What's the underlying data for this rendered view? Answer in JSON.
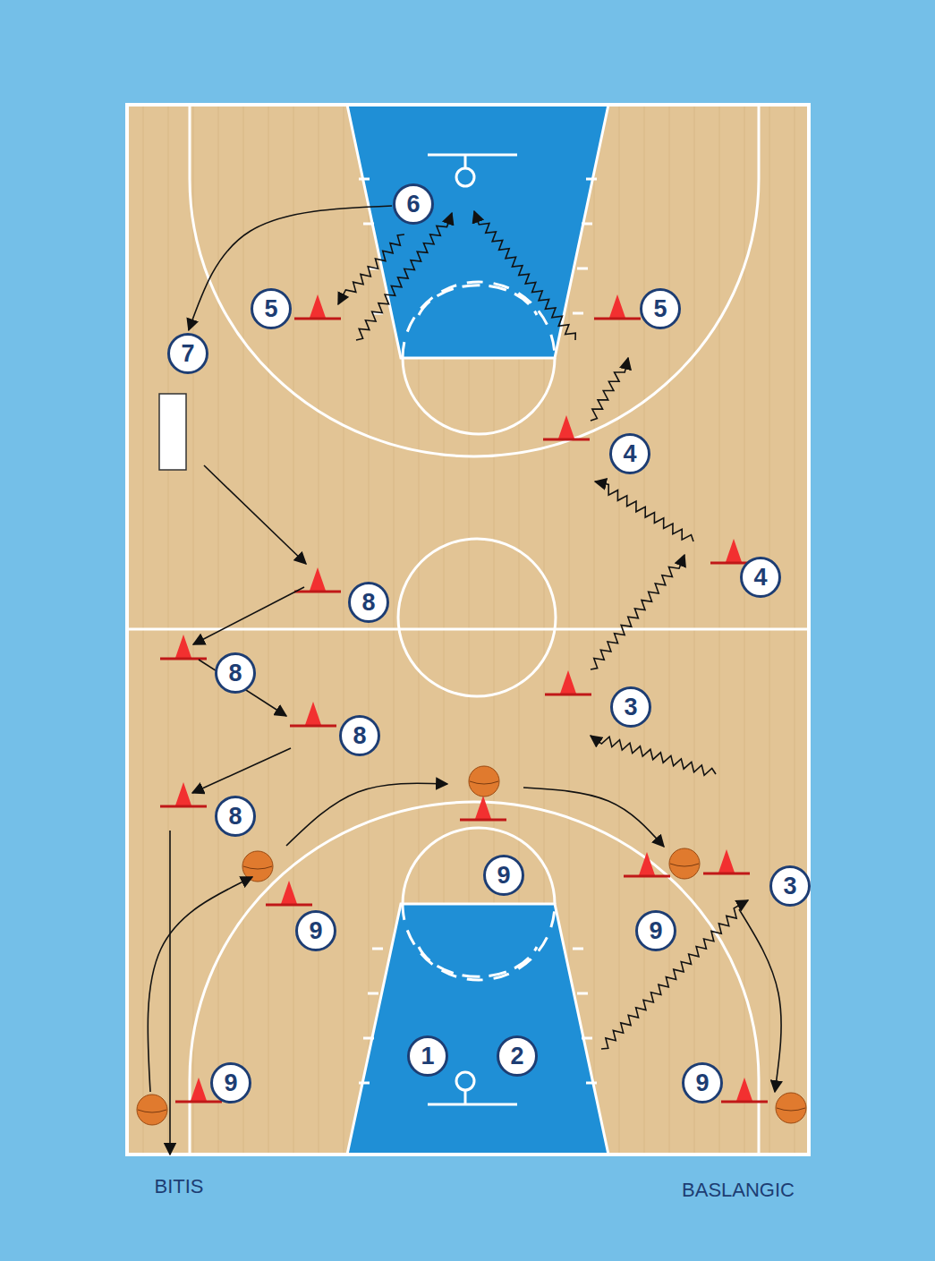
{
  "diagram": {
    "nodes": [
      {
        "text": [
          "6"
        ]
      },
      {
        "text": [
          "5"
        ]
      },
      {
        "text": [
          "5"
        ]
      },
      {
        "text": [
          "7"
        ]
      },
      {
        "text": [
          "4"
        ]
      },
      {
        "text": [
          "4"
        ]
      },
      {
        "text": [
          "8"
        ]
      },
      {
        "text": [
          "8"
        ]
      },
      {
        "text": [
          "3"
        ]
      },
      {
        "text": [
          "8"
        ]
      },
      {
        "text": [
          "8"
        ]
      },
      {
        "text": [
          "9"
        ]
      },
      {
        "text": [
          "3"
        ]
      },
      {
        "text": [
          "9"
        ]
      },
      {
        "text": [
          "9"
        ]
      },
      {
        "text": [
          "1"
        ]
      },
      {
        "text": [
          "2"
        ]
      },
      {
        "text": [
          "9"
        ]
      },
      {
        "text": [
          "9"
        ]
      }
    ],
    "edges": [
      {
        "from": 0,
        "to": 3,
        "arrow": "to"
      }
    ],
    "labels": [
      "BITIS",
      "BASLANGIC"
    ]
  }
}
